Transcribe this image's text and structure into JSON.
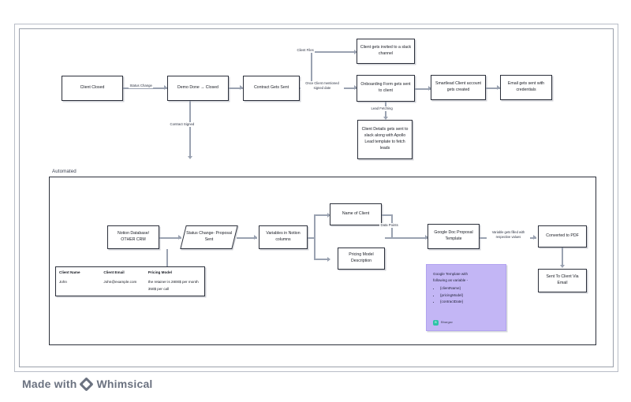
{
  "canvas": {
    "section_label": "Automated",
    "branding": "Made with",
    "brand_name": "Whimsical",
    "brand_icon": "diamond-logo-icon"
  },
  "top_flow": {
    "nodes": [
      {
        "id": "client-closed",
        "label": "Client Closed"
      },
      {
        "id": "demo-done-closed",
        "label": "Demo Done → Closed"
      },
      {
        "id": "contract-gets-sent",
        "label": "Contract Gets Sent"
      },
      {
        "id": "slack-channel-invite",
        "label": "Client gets invited to a slack channel"
      },
      {
        "id": "onboarding-form",
        "label": "Onboarding Form gets sent to client"
      },
      {
        "id": "client-details-slack",
        "label": "Client Details gets sent to slack along with Apollo Lead template to fetch leads"
      },
      {
        "id": "smartlead-account",
        "label": "Smartlead Client account gets created"
      },
      {
        "id": "email-credentials",
        "label": "Email gets sent with credentials"
      }
    ],
    "edge_labels": [
      {
        "id": "status-change",
        "text": "Status Change"
      },
      {
        "id": "contract-signed",
        "text": "Contract Signed"
      },
      {
        "id": "client-files",
        "text": "Client Files"
      },
      {
        "id": "once-client-mentioned-signed-date",
        "text": "Once Client mentioned signed date"
      },
      {
        "id": "lead-fetching",
        "text": "Lead Fetching"
      }
    ]
  },
  "bottom_flow": {
    "nodes": [
      {
        "id": "notion-database",
        "label": "Notion Database/ OTHER CRM"
      },
      {
        "id": "status-change-proposal-sent",
        "label": "Status Change- Proposal Sent"
      },
      {
        "id": "variables-notion-columns",
        "label": "Variables in Notion columns"
      },
      {
        "id": "name-of-client",
        "label": "Name of Client"
      },
      {
        "id": "pricing-model-description",
        "label": "Pricing Model Description"
      },
      {
        "id": "google-doc-proposal-template",
        "label": "Google Doc Proposal Template"
      },
      {
        "id": "converted-to-pdf",
        "label": "Converted to PDF"
      },
      {
        "id": "sent-to-client-via-email",
        "label": "Sent To Client Via Email"
      }
    ],
    "edge_labels": [
      {
        "id": "data-points",
        "text": "Data Points"
      },
      {
        "id": "variable-gets-filled",
        "text": "Variable gets filled with respective values"
      }
    ]
  },
  "table": {
    "headers": [
      "Client Name",
      "Client Email",
      "Pricing Model"
    ],
    "rows": [
      {
        "client_name": "John",
        "client_email": "John@example.com",
        "pricing_line_1": "the retainer is 2800$ per month",
        "pricing_line_2": "350$ per call"
      }
    ]
  },
  "note": {
    "title_line_1": "Google Template with",
    "title_line_2": "following as variable -",
    "variables": [
      "{clientName}",
      "{pricingModel}",
      "{contractDate}"
    ],
    "author": "Bhargav",
    "author_initial": "B"
  }
}
